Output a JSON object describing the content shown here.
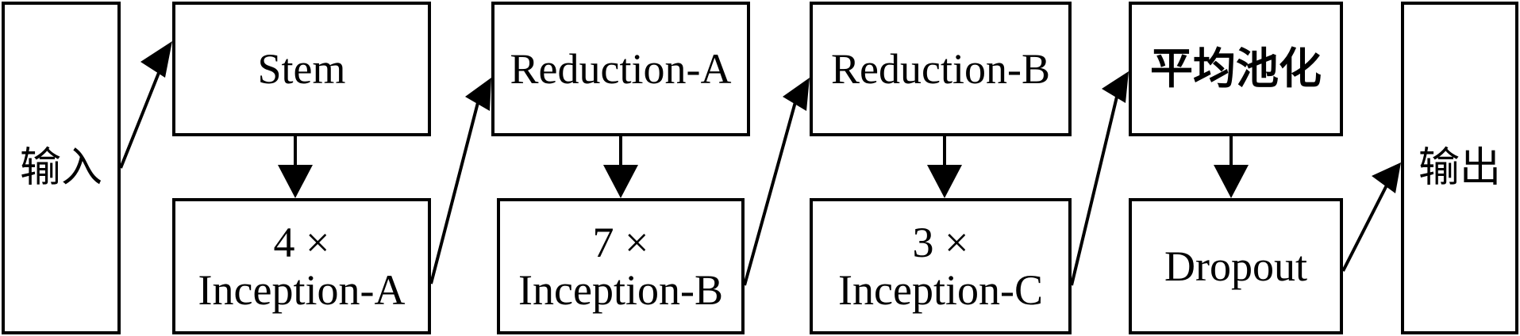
{
  "nodes": {
    "input": {
      "label": "输入"
    },
    "stem": {
      "label": "Stem"
    },
    "inception_a": {
      "count": "4 ×",
      "label": "Inception-A"
    },
    "reduction_a": {
      "label": "Reduction-A"
    },
    "inception_b": {
      "count": "7 ×",
      "label": "Inception-B"
    },
    "reduction_b": {
      "label": "Reduction-B"
    },
    "inception_c": {
      "count": "3 ×",
      "label": "Inception-C"
    },
    "avg_pool": {
      "label": "平均池化"
    },
    "dropout": {
      "label": "Dropout"
    },
    "output": {
      "label": "输出"
    }
  },
  "colors": {
    "stroke": "#000000",
    "background": "#ffffff"
  }
}
